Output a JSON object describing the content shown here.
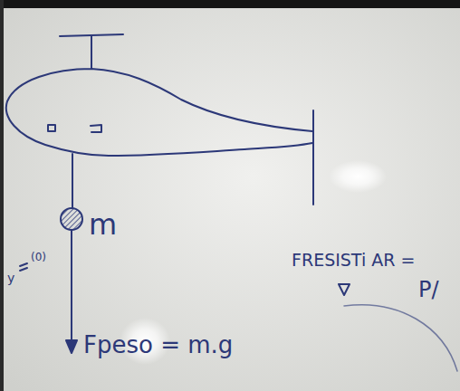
{
  "diagram": {
    "labels": [
      "m",
      "Fpeso = m.g",
      "FRESISTi AR =",
      "P/",
      "(0)",
      "y"
    ]
  }
}
